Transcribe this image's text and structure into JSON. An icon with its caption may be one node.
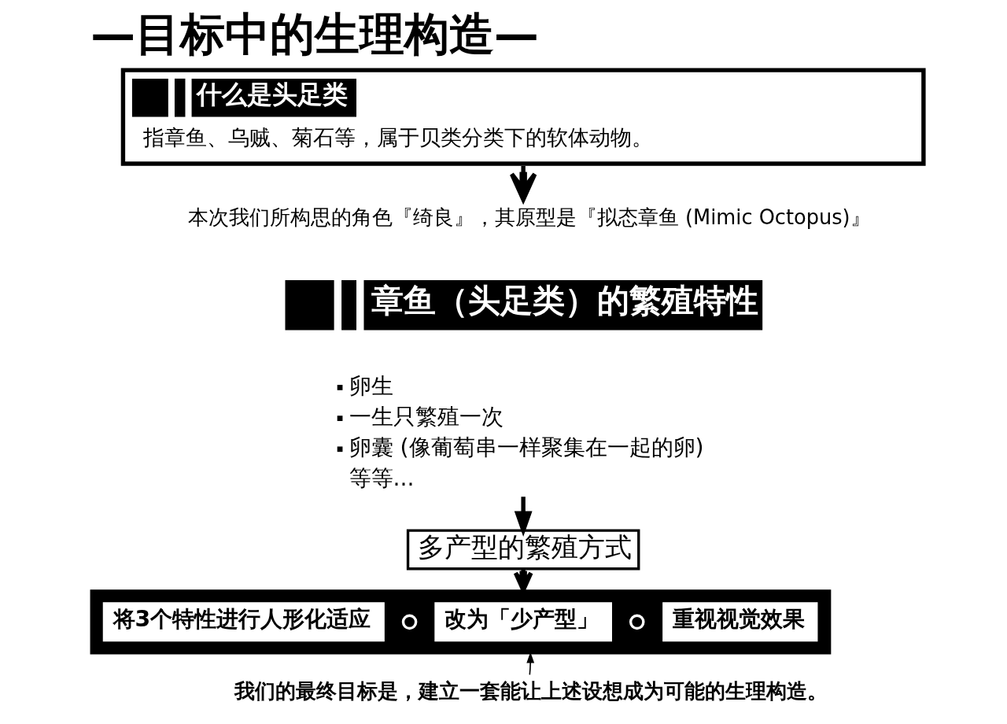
{
  "diagram": {
    "title": "—目标中的生理构造—",
    "nodes": [
      {
        "text": [
          "什么是头足类",
          "指章鱼、乌贼、菊石等，属于贝类分类下的软体动物。"
        ]
      },
      {
        "text": [
          "本次我们所构思的角色『绮良』，其原型是『拟态章鱼 (Mimic Octopus)』"
        ]
      },
      {
        "text": [
          "章鱼（头足类）的繁殖特性"
        ]
      },
      {
        "text": [
          "卵生",
          "一生只繁殖一次",
          "卵囊 (像葡萄串一样聚集在一起的卵)",
          "等等..."
        ]
      },
      {
        "text": [
          "多产型的繁殖方式"
        ]
      },
      {
        "text": [],
        "shape": "bar"
      },
      {
        "text": [
          "将3个特性进行人形化适应"
        ],
        "in": 5
      },
      {
        "text": [],
        "shape": "circle",
        "in": 5
      },
      {
        "text": [
          "改为「少产型」"
        ],
        "in": 5
      },
      {
        "text": [],
        "shape": "circle",
        "in": 5
      },
      {
        "text": [
          "重视视觉效果"
        ],
        "in": 5
      },
      {
        "text": [
          "我们的最终目标是，建立一套能让上述设想成为可能的生理构造。"
        ]
      }
    ],
    "edges": [
      {
        "from": 0,
        "to": 1,
        "arrow": "to"
      },
      {
        "from": 3,
        "to": 4,
        "arrow": "to"
      },
      {
        "from": 4,
        "to": 5,
        "arrow": "to"
      },
      {
        "from": 11,
        "to": 5,
        "arrow": "to"
      }
    ]
  }
}
